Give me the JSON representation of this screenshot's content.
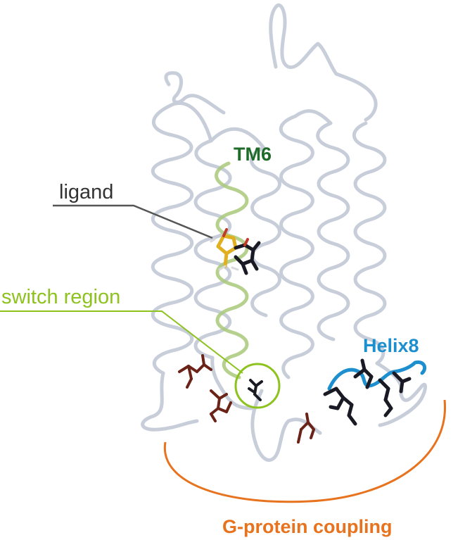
{
  "labels": {
    "tm6": "TM6",
    "ligand": "ligand",
    "switch_region": "switch region",
    "helix8": "Helix8",
    "gprotein": "G-protein coupling"
  },
  "colors": {
    "ribbon": "#c6ccd8",
    "tm6": "#1f6b2a",
    "tm6_ribbon": "#a9c97a",
    "ligand_line": "#555555",
    "switch": "#8dc21f",
    "helix8": "#1d8fcf",
    "gprotein": "#e8731f",
    "residue_dark": "#1a1a24",
    "residue_red": "#6b2318",
    "ligand_yellow": "#e0b020"
  }
}
